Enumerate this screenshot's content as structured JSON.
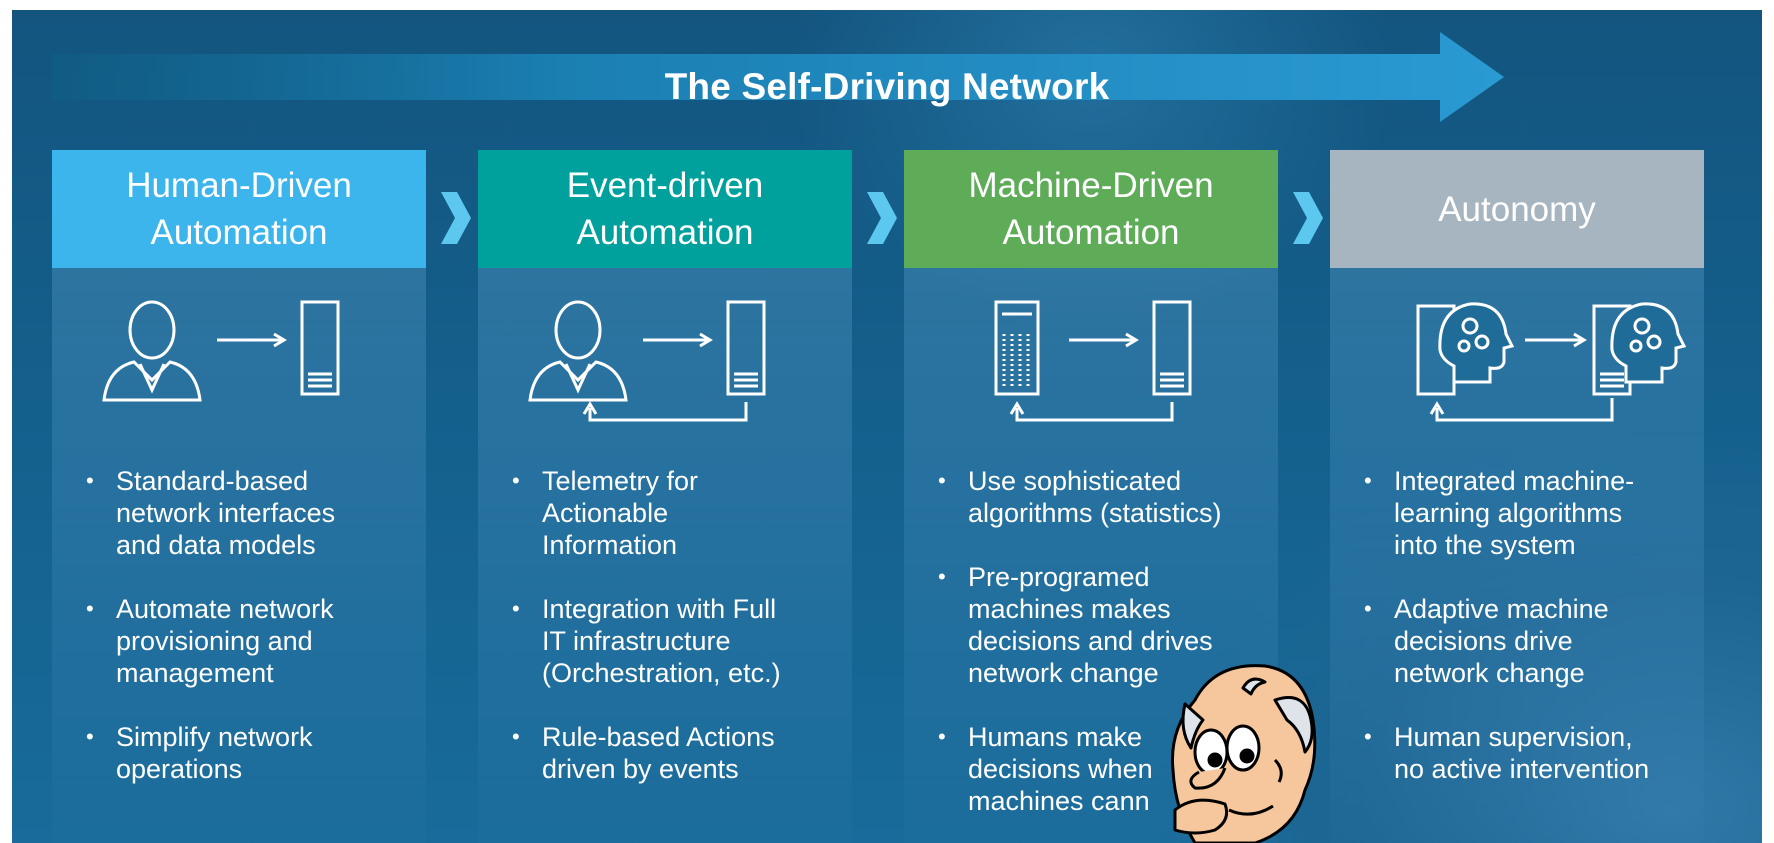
{
  "title": "The Self-Driving Network",
  "colors": {
    "human": "#3cb4ec",
    "event": "#00a19c",
    "machine": "#5eab58",
    "autonomy": "#a7b5c1",
    "chevron": "#5cc8ef",
    "arrow": "#2290c6"
  },
  "columns": [
    {
      "title": "Human-Driven\nAutomation",
      "icon": "person-to-server-icon",
      "bullets": [
        "Standard-based\nnetwork interfaces\nand data models",
        "Automate network\nprovisioning and\nmanagement",
        "Simplify network\noperations"
      ]
    },
    {
      "title": "Event-driven\nAutomation",
      "icon": "person-server-loop-icon",
      "bullets": [
        "Telemetry for\nActionable\nInformation",
        "Integration with Full\nIT infrastructure\n(Orchestration, etc.)",
        "Rule-based Actions\ndriven by events"
      ]
    },
    {
      "title": "Machine-Driven\nAutomation",
      "icon": "server-to-server-loop-icon",
      "bullets": [
        "Use sophisticated\nalgorithms (statistics)",
        "Pre-programed\nmachines makes\ndecisions and drives\nnetwork change",
        "Humans make\ndecisions when\nmachines cann"
      ]
    },
    {
      "title": "Autonomy",
      "icon": "ai-head-loop-icon",
      "bullets": [
        "Integrated machine-\nlearning algorithms\ninto the system",
        "Adaptive machine\ndecisions drive\nnetwork change",
        "Human supervision,\nno active intervention"
      ]
    }
  ],
  "bullet_glyph": "•"
}
